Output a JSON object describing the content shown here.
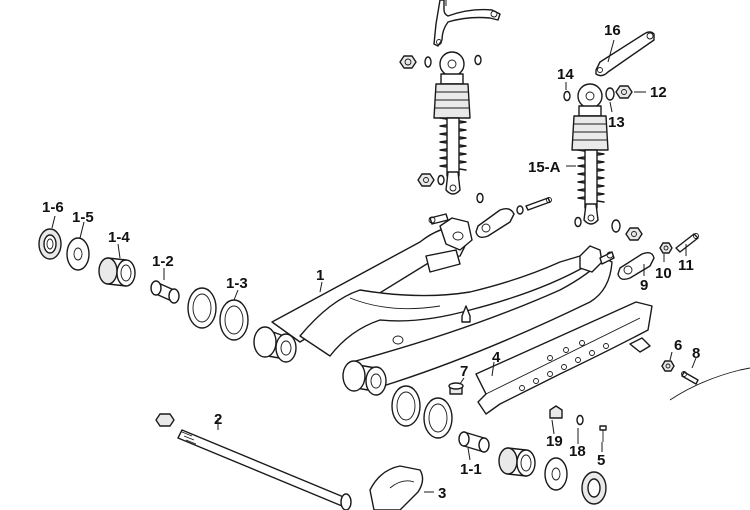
{
  "labels": {
    "p1": "1",
    "p1_1": "1-1",
    "p1_2": "1-2",
    "p1_3": "1-3",
    "p1_4": "1-4",
    "p1_5": "1-5",
    "p1_6": "1-6",
    "p2": "2",
    "p3": "3",
    "p4": "4",
    "p5": "5",
    "p6": "6",
    "p7": "7",
    "p8": "8",
    "p9": "9",
    "p10": "10",
    "p11": "11",
    "p12": "12",
    "p13": "13",
    "p14": "14",
    "p15a": "15-A",
    "p16": "16",
    "p18": "18",
    "p19": "19"
  }
}
